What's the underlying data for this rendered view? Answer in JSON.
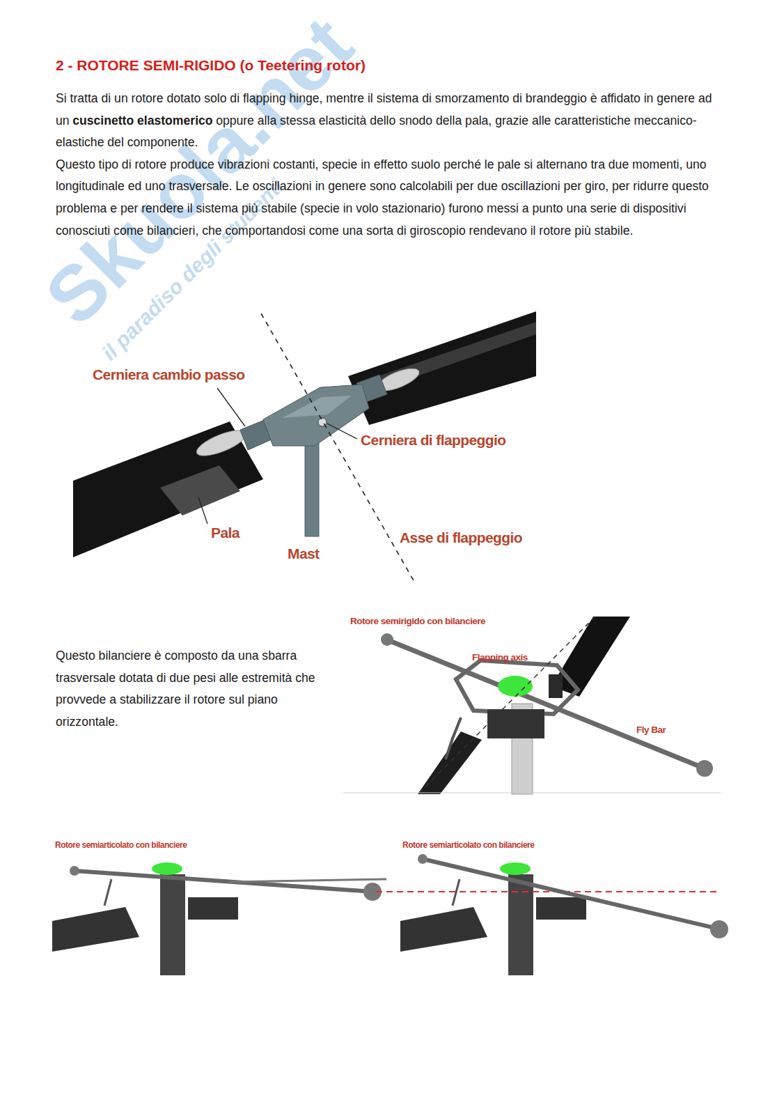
{
  "diagram": {
    "title": "2 - ROTORE SEMI-RIGIDO (o Teetering rotor)",
    "labels": [
      "Skuola.net",
      "il paradiso degli studenti",
      "Si tratta di un rotore dotato solo di flapping hinge, mentre il sistema di smorzamento di brandeggio è affidato in genere ad un",
      "cuscinetto elastomerico",
      "oppure alla stessa elasticità dello snodo della pala, grazie alle caratteristiche meccanico-elastiche del componente.",
      "Questo tipo di rotore produce vibrazioni costanti, specie in effetto suolo perché le pale si alternano tra due momenti, uno longitudinale ed uno trasversale. Le oscillazioni in genere sono calcolabili per due oscillazioni per giro, per ridurre questo problema e per rendere il sistema più stabile (specie in volo stazionario) furono messi a punto una serie di dispositivi conosciuti come bilancieri, che comportandosi come una sorta di giroscopio rendevano il rotore più stabile.",
      "Cerniera cambio passo",
      "Cerniera di flappeggio",
      "Pala",
      "Mast",
      "Asse di flappeggio",
      "Questo bilanciere è composto da una sbarra trasversale dotata di due pesi alle estremità che provvede a stabilizzare il rotore sul piano orizzontale.",
      "Rotore semirigido con bilanciere",
      "Flapping axis",
      "Fly Bar",
      "Rotore semiarticolato con bilanciere",
      "Rotore semiarticolato con bilanciere"
    ]
  }
}
